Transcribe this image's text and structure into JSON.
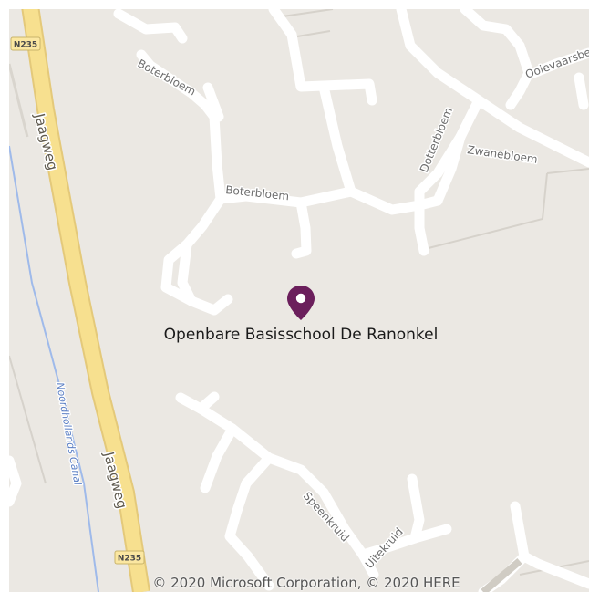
{
  "map": {
    "poi": {
      "name": "Openbare Basisschool De Ranonkel",
      "pin_color": "#6b1f5c",
      "icon": "map-pin-icon"
    },
    "highway": {
      "name": "Jaagweg",
      "route_number": "N235",
      "color": "#f7e08f"
    },
    "canal": {
      "name": "Noordhollands Canal",
      "color": "#9fbaea"
    },
    "streets": {
      "boterbloem": "Boterbloem",
      "dotterbloem": "Dotterbloem",
      "zwanebloem": "Zwanebloem",
      "ooievaarsbek": "Ooievaarsbe",
      "speenkruid": "Speenkruid",
      "uitekruid": "Uitekruid"
    },
    "copyright": "© 2020 Microsoft Corporation, © 2020 HERE"
  }
}
